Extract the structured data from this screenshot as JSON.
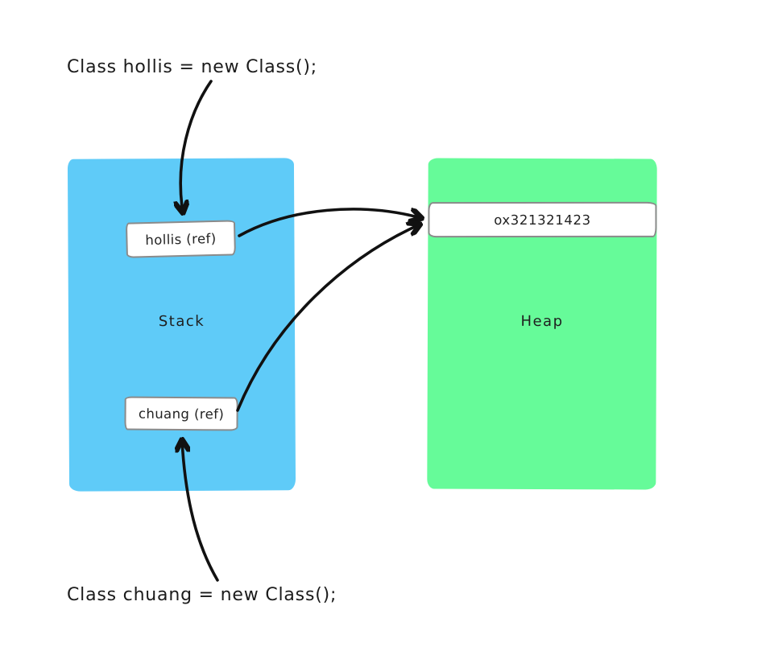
{
  "statements": {
    "hollis": "Class hollis = new Class();",
    "chuang": "Class chuang = new Class();"
  },
  "regions": {
    "stack": {
      "label": "Stack",
      "color": "#5fcbf8"
    },
    "heap": {
      "label": "Heap",
      "color": "#66fb99"
    }
  },
  "boxes": {
    "hollis_ref": "hollis (ref)",
    "chuang_ref": "chuang (ref)",
    "heap_address": "ox321321423"
  },
  "arrows": [
    {
      "name": "hollis-statement-to-hollis-ref",
      "from": "Class hollis statement",
      "to": "hollis (ref) box"
    },
    {
      "name": "hollis-ref-to-heap-address",
      "from": "hollis (ref) box",
      "to": "ox321321423 box"
    },
    {
      "name": "chuang-ref-to-heap-address",
      "from": "chuang (ref) box",
      "to": "ox321321423 box"
    },
    {
      "name": "chuang-statement-to-chuang-ref",
      "from": "Class chuang statement",
      "to": "chuang (ref) box"
    }
  ],
  "arrow_color": "#111111"
}
